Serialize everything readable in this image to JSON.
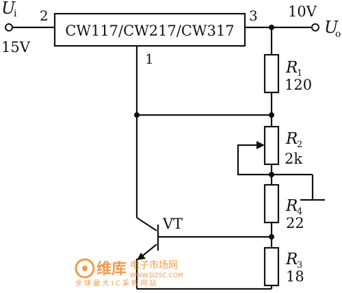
{
  "regulator": {
    "part_label": "CW117/CW217/CW317"
  },
  "pins": {
    "input": "2",
    "output": "3",
    "adjust": "1"
  },
  "input": {
    "symbol": "U",
    "subscript": "i",
    "voltage": "15V"
  },
  "output": {
    "symbol": "U",
    "subscript": "o",
    "voltage": "10V"
  },
  "resistors": {
    "r1": {
      "letter": "R",
      "index": "1",
      "value": "120"
    },
    "r2": {
      "letter": "R",
      "index": "2",
      "value": "2k"
    },
    "r4": {
      "letter": "R",
      "index": "4",
      "value": "22"
    },
    "r3": {
      "letter": "R",
      "index": "3",
      "value": "18"
    }
  },
  "transistor": {
    "label": "VT"
  },
  "watermark": {
    "brand": "维库",
    "tagline": "电子市场网",
    "url": "WWW.DZSC.COM",
    "slogan": "全 球 最 大 I C 采 购 网 站",
    "color": "#f08a24"
  }
}
